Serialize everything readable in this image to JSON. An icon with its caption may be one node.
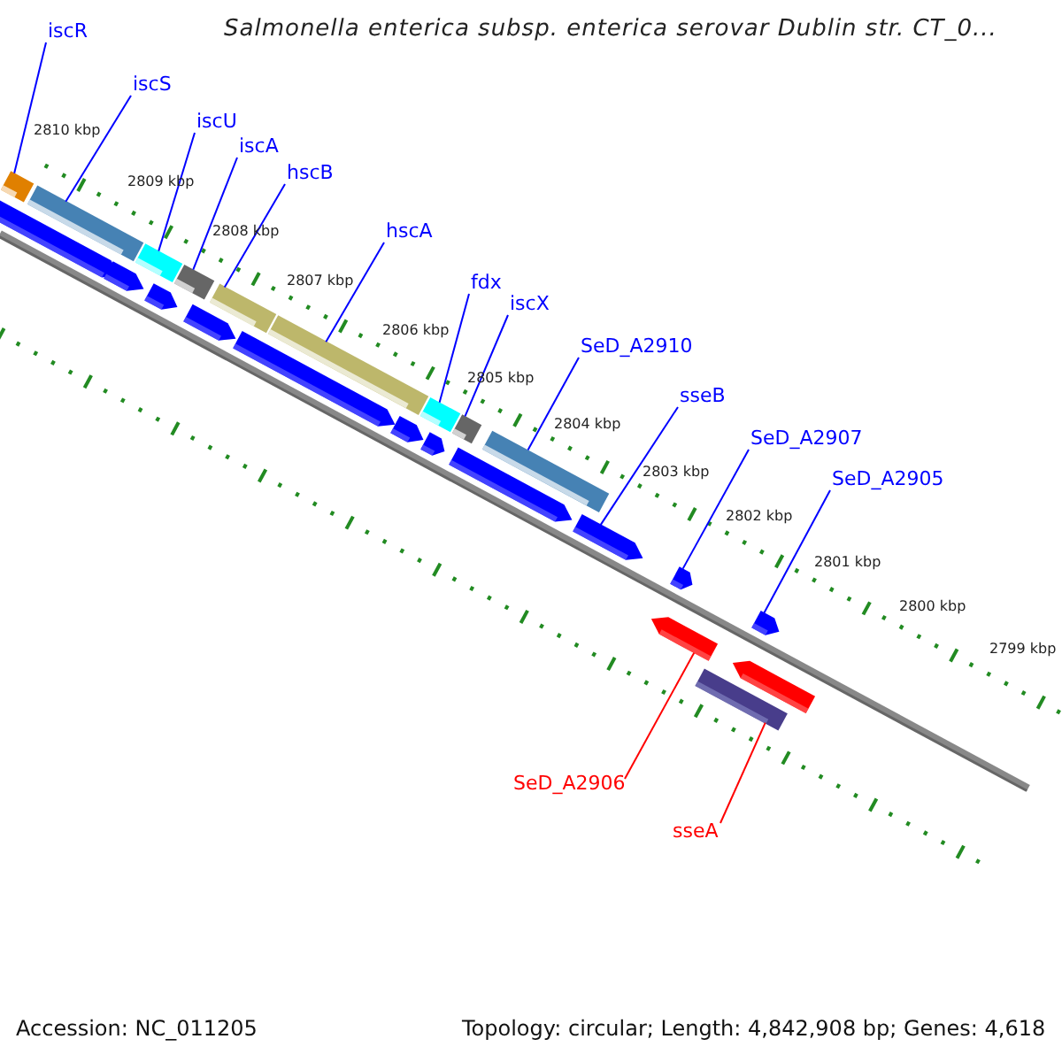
{
  "diagram": {
    "title": "Salmonella enterica subsp. enterica serovar Dublin str. CT_0...",
    "nodes": [
      {
        "text": [
          "iscR"
        ]
      },
      {
        "text": [
          "iscS"
        ]
      },
      {
        "text": [
          "iscU"
        ]
      },
      {
        "text": [
          "iscA"
        ]
      },
      {
        "text": [
          "hscB"
        ]
      },
      {
        "text": [
          "hscA"
        ]
      },
      {
        "text": [
          "fdx"
        ]
      },
      {
        "text": [
          "iscX"
        ]
      },
      {
        "text": [
          "SeD_A2910"
        ]
      },
      {
        "text": [
          "sseB"
        ]
      },
      {
        "text": [
          "SeD_A2907"
        ]
      },
      {
        "text": [
          "SeD_A2905"
        ]
      },
      {
        "text": [
          "SeD_A2906"
        ]
      },
      {
        "text": [
          "sseA"
        ]
      },
      {
        "text": [],
        "shape": "bar"
      },
      {
        "text": [],
        "shape": "bar"
      },
      {
        "text": [],
        "shape": "bar"
      },
      {
        "text": [],
        "shape": "bar"
      },
      {
        "text": [],
        "shape": "bar"
      },
      {
        "text": [],
        "shape": "bar"
      },
      {
        "text": [],
        "shape": "bar"
      },
      {
        "text": [],
        "shape": "bar"
      },
      {
        "text": [],
        "shape": "bar"
      },
      {
        "text": [],
        "shape": "bar"
      },
      {
        "text": [],
        "shape": "bar"
      },
      {
        "text": [],
        "shape": "bar"
      },
      {
        "text": [],
        "shape": "bar"
      },
      {
        "text": [],
        "shape": "bar"
      },
      {
        "text": [],
        "shape": "bar"
      },
      {
        "text": [],
        "shape": "bar"
      },
      {
        "text": [],
        "shape": "bar"
      },
      {
        "text": [],
        "shape": "bar"
      },
      {
        "text": [],
        "shape": "bar"
      },
      {
        "text": [],
        "shape": "bar"
      },
      {
        "text": [],
        "shape": "bar"
      },
      {
        "text": [],
        "shape": "bar"
      },
      {
        "text": [],
        "shape": "bar"
      }
    ],
    "edges": [
      {
        "from": 0,
        "to": 14,
        "arrow": "none"
      },
      {
        "from": 1,
        "to": 15,
        "arrow": "none"
      },
      {
        "from": 2,
        "to": 16,
        "arrow": "none"
      },
      {
        "from": 3,
        "to": 17,
        "arrow": "none"
      },
      {
        "from": 4,
        "to": 18,
        "arrow": "none"
      },
      {
        "from": 5,
        "to": 19,
        "arrow": "none"
      },
      {
        "from": 6,
        "to": 20,
        "arrow": "none"
      },
      {
        "from": 7,
        "to": 21,
        "arrow": "none"
      },
      {
        "from": 8,
        "to": 22,
        "arrow": "none"
      },
      {
        "from": 9,
        "to": 31,
        "arrow": "none"
      },
      {
        "from": 10,
        "to": 32,
        "arrow": "none"
      },
      {
        "from": 11,
        "to": 33,
        "arrow": "none"
      },
      {
        "from": 12,
        "to": 34,
        "arrow": "none",
        "color": "#ff0000"
      },
      {
        "from": 13,
        "to": 36,
        "arrow": "none",
        "color": "#ff0000"
      }
    ],
    "labels": [
      "2810 kbp",
      "2809 kbp",
      "2808 kbp",
      "2807 kbp",
      "2806 kbp",
      "2805 kbp",
      "2804 kbp",
      "2803 kbp",
      "2802 kbp",
      "2801 kbp",
      "2800 kbp",
      "2799 kbp",
      "Accession: NC_011205",
      "Topology: circular; Length: 4,842,908 bp; Genes: 4,618"
    ]
  }
}
